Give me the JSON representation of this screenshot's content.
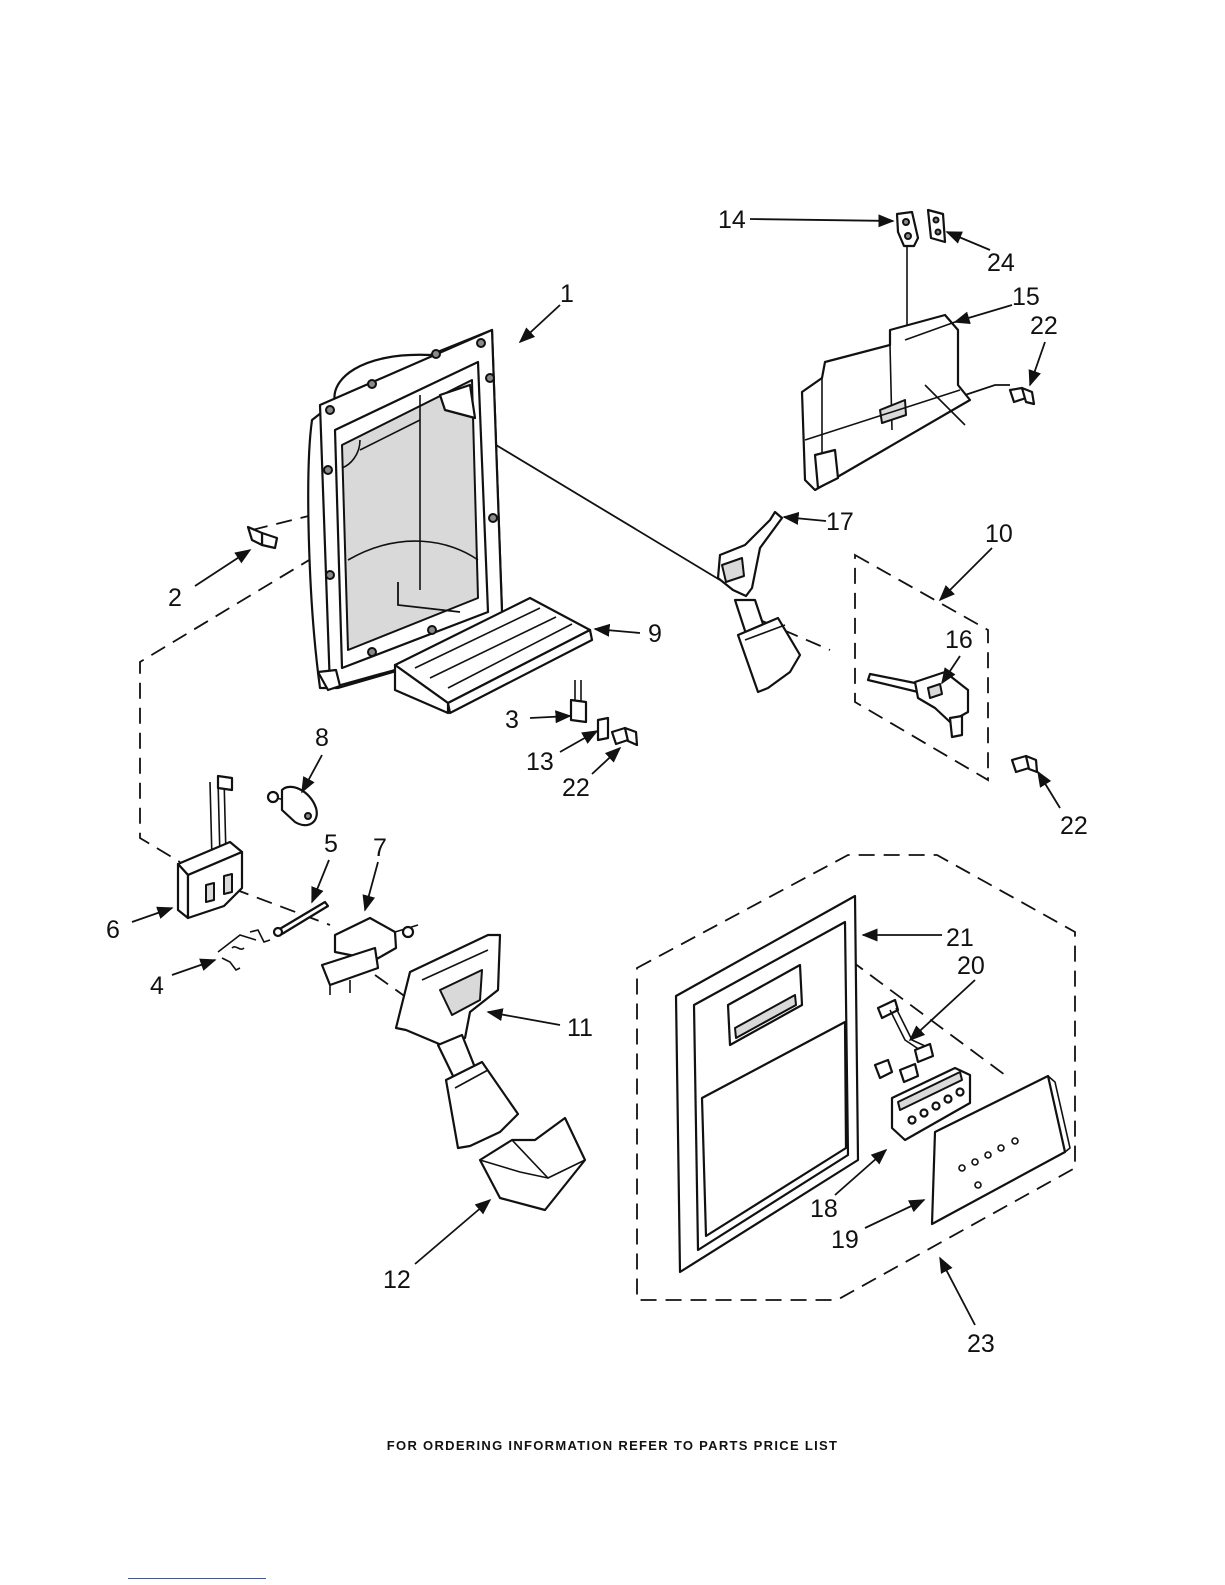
{
  "diagram": {
    "callouts": [
      {
        "id": "1",
        "text": "1"
      },
      {
        "id": "2",
        "text": "2"
      },
      {
        "id": "3",
        "text": "3"
      },
      {
        "id": "4",
        "text": "4"
      },
      {
        "id": "5",
        "text": "5"
      },
      {
        "id": "6",
        "text": "6"
      },
      {
        "id": "7",
        "text": "7"
      },
      {
        "id": "8",
        "text": "8"
      },
      {
        "id": "9",
        "text": "9"
      },
      {
        "id": "10",
        "text": "10"
      },
      {
        "id": "11",
        "text": "11"
      },
      {
        "id": "12",
        "text": "12"
      },
      {
        "id": "13",
        "text": "13"
      },
      {
        "id": "14",
        "text": "14"
      },
      {
        "id": "15",
        "text": "15"
      },
      {
        "id": "16",
        "text": "16"
      },
      {
        "id": "17",
        "text": "17"
      },
      {
        "id": "18",
        "text": "18"
      },
      {
        "id": "19",
        "text": "19"
      },
      {
        "id": "20",
        "text": "20"
      },
      {
        "id": "21",
        "text": "21"
      },
      {
        "id": "22a",
        "text": "22"
      },
      {
        "id": "22b",
        "text": "22"
      },
      {
        "id": "22c",
        "text": "22"
      },
      {
        "id": "23",
        "text": "23"
      },
      {
        "id": "24",
        "text": "24"
      }
    ]
  },
  "footer": {
    "text": "FOR ORDERING INFORMATION REFER TO PARTS PRICE LIST"
  }
}
